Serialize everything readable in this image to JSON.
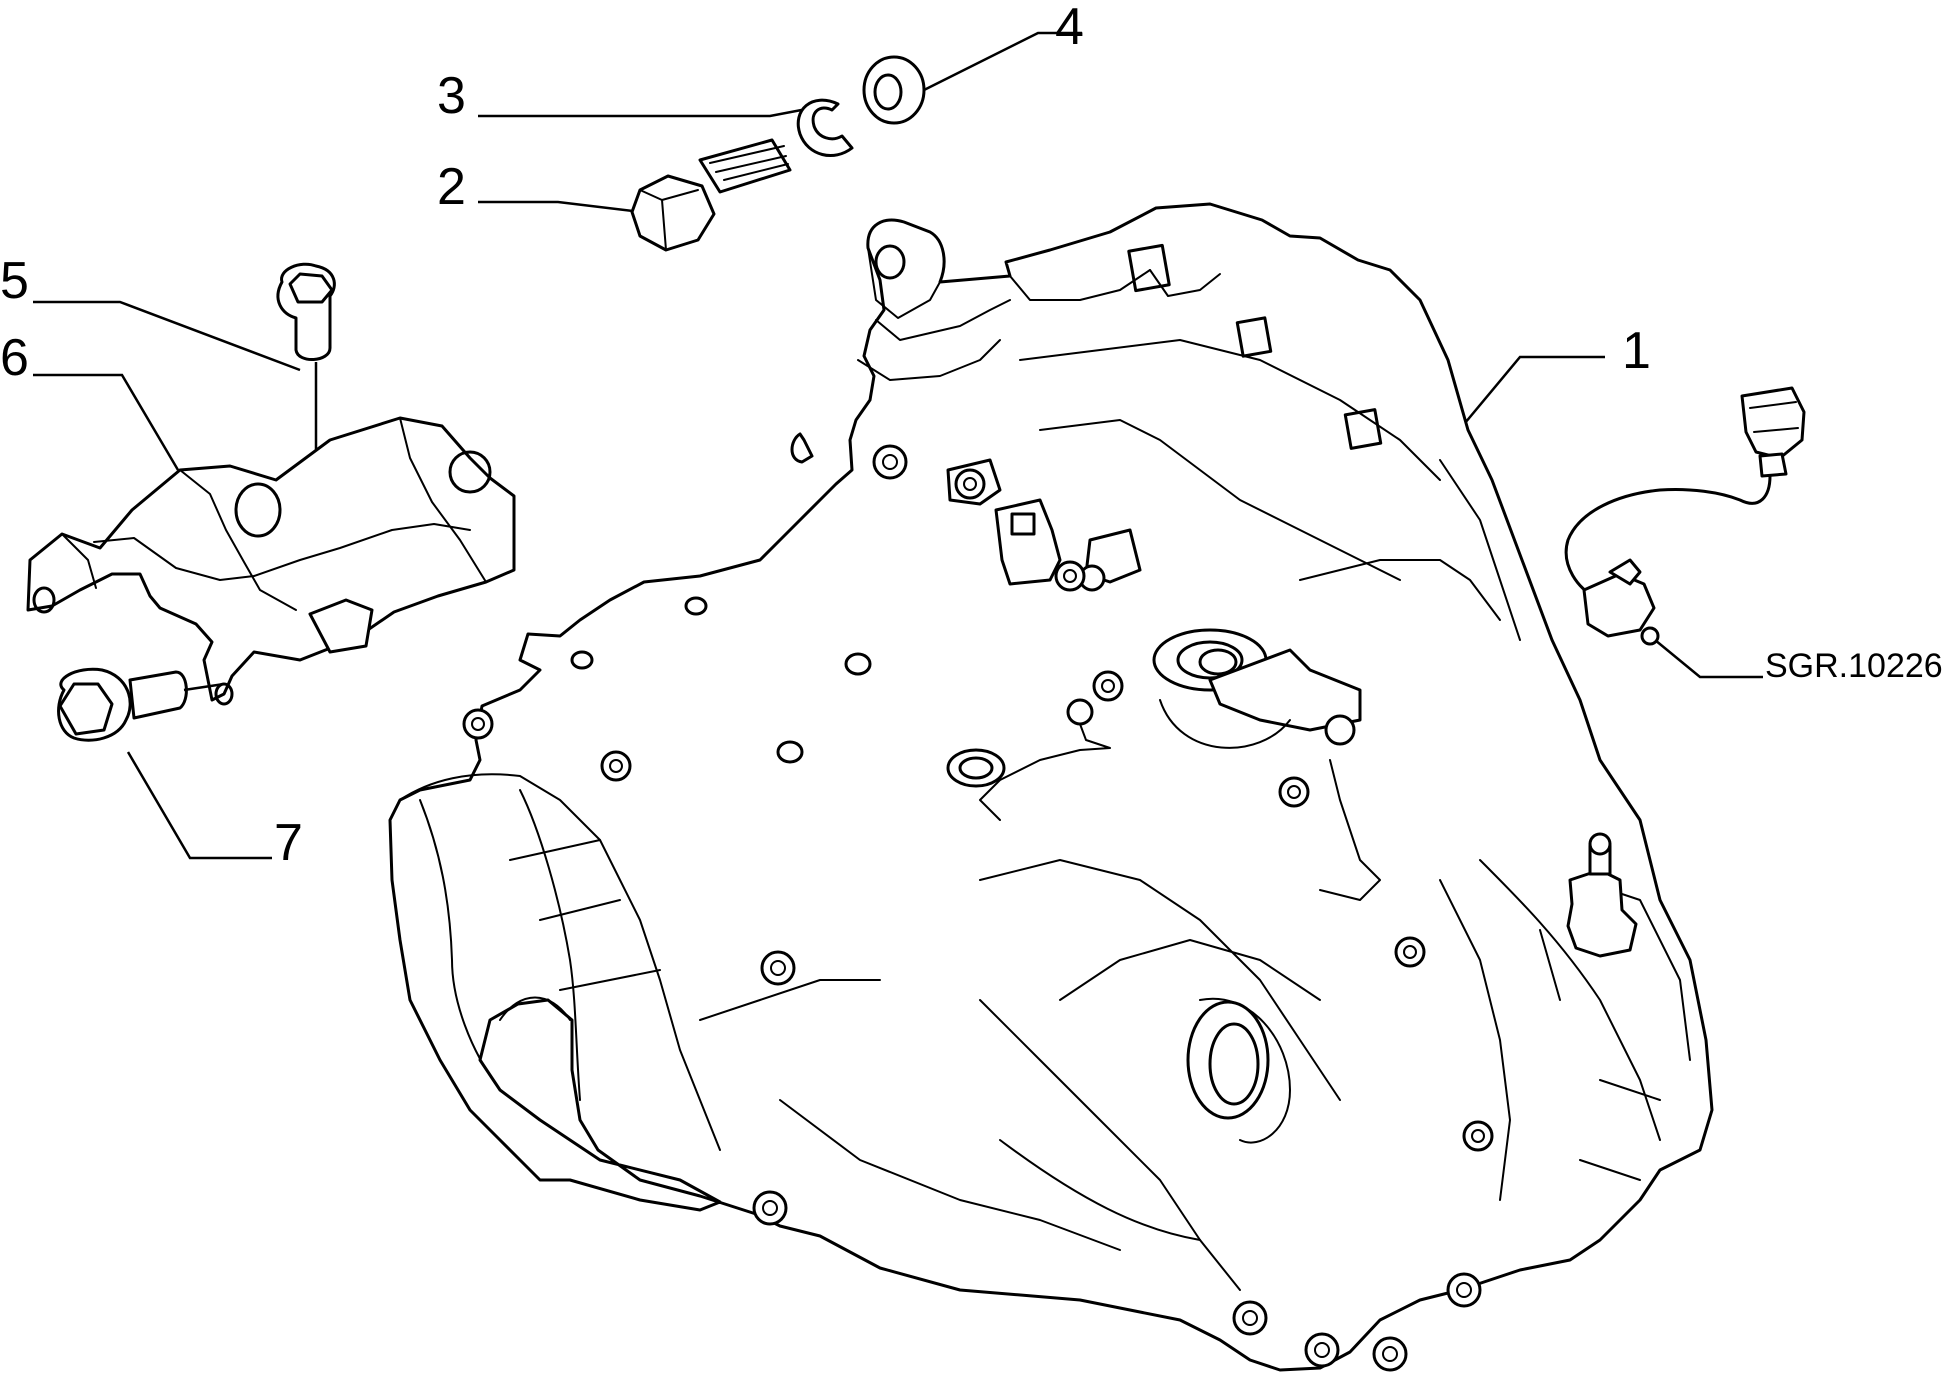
{
  "diagram": {
    "callouts": {
      "c1": "1",
      "c2": "2",
      "c3": "3",
      "c4": "4",
      "c5": "5",
      "c6": "6",
      "c7": "7"
    },
    "reference_code": "SGR.10226"
  }
}
